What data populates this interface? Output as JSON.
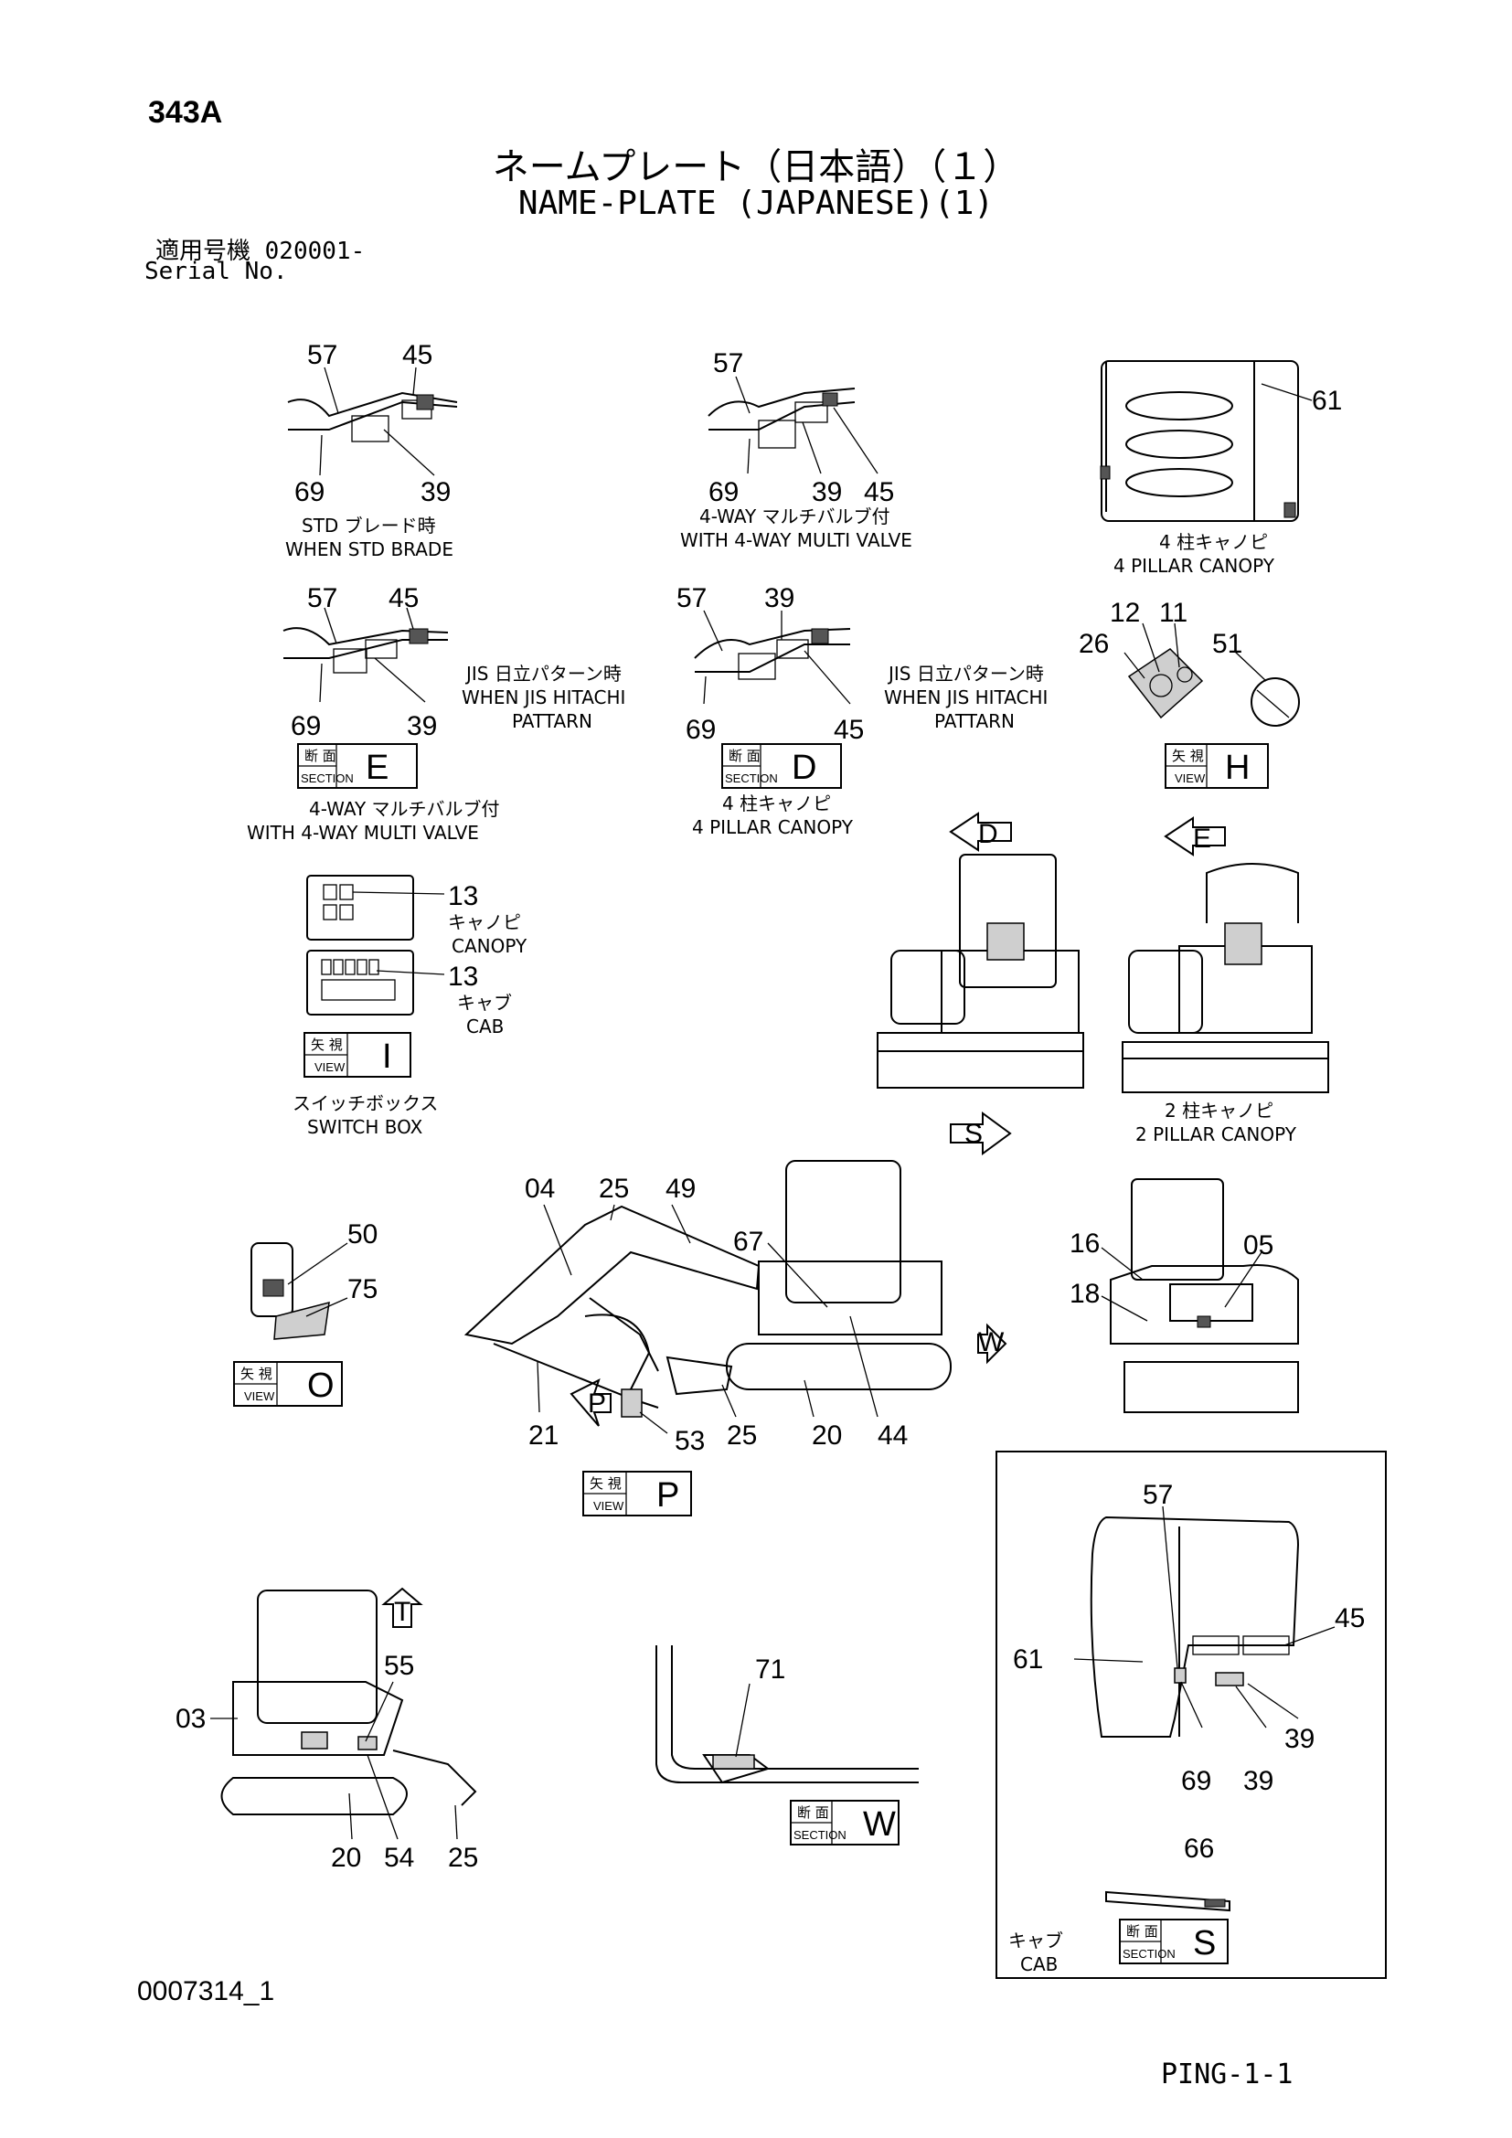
{
  "header": {
    "page_code": "343A",
    "title_jp": "ネームプレート（日本語）（１）",
    "title_en": "NAME-PLATE (JAPANESE)(1)",
    "serial_jp": "適用号機 020001-",
    "serial_en": "Serial No."
  },
  "captions": {
    "std_blade_jp": "STD ブレード時",
    "std_blade_en": "WHEN STD BRADE",
    "multi_valve_jp": "4-WAY マルチバルブ付",
    "multi_valve_en": "WITH 4-WAY MULTI VALVE",
    "pillar4_jp": "4 柱キャノピ",
    "pillar4_en": "4 PILLAR CANOPY",
    "jis_jp": "JIS 日立パターン時",
    "jis_en1": "WHEN JIS HITACHI",
    "jis_en2": "PATTARN",
    "canopy_jp": "キャノピ",
    "canopy_en": "CANOPY",
    "cab_jp": "キャブ",
    "cab_en": "CAB",
    "switch_box_jp": "スイッチボックス",
    "switch_box_en": "SWITCH BOX",
    "pillar2_jp": "2 柱キャノピ",
    "pillar2_en": "2 PILLAR CANOPY"
  },
  "view_boxes": {
    "section_jp": "断 面",
    "section_en": "SECTION",
    "view_jp": "矢 視",
    "view_en": "VIEW",
    "E": "E",
    "D": "D",
    "H": "H",
    "I": "I",
    "O": "O",
    "P": "P",
    "W": "W",
    "S": "S",
    "T": "T"
  },
  "callouts": {
    "n57": "57",
    "n45": "45",
    "n69": "69",
    "n39": "39",
    "n61": "61",
    "n12": "12",
    "n11": "11",
    "n26": "26",
    "n51": "51",
    "n13": "13",
    "n04": "04",
    "n25": "25",
    "n49": "49",
    "n67": "67",
    "n16": "16",
    "n05": "05",
    "n18": "18",
    "n50": "50",
    "n75": "75",
    "n21": "21",
    "n53": "53",
    "n20": "20",
    "n44": "44",
    "n03": "03",
    "n55": "55",
    "n54": "54",
    "n71": "71",
    "n66": "66"
  },
  "footer": {
    "doc_no": "0007314_1",
    "page_ref": "PING-1-1"
  }
}
